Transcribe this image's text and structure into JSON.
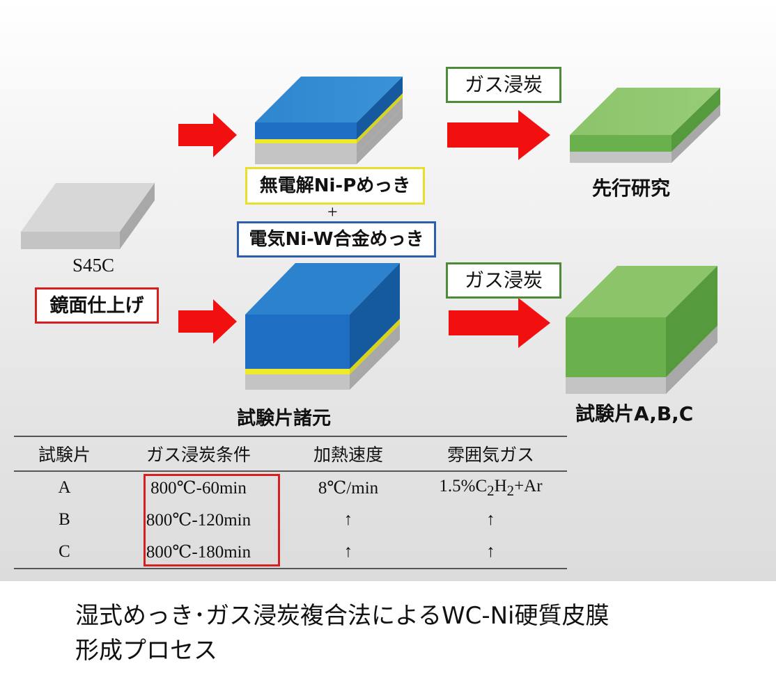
{
  "labels": {
    "s45c": "S45C",
    "mirror_finish": "鏡面仕上げ",
    "electroless": "無電解Ni-Pめっき",
    "plus": "+",
    "ni_w_plating": "電気Ni-W合金めっき",
    "gas_carburizing_top": "ガス浸炭",
    "gas_carburizing_bottom": "ガス浸炭",
    "prior_research": "先行研究",
    "specimen_spec": "試験片諸元",
    "specimen_abc": "試験片A,B,C"
  },
  "table": {
    "headers": [
      "試験片",
      "ガス浸炭条件",
      "加熱速度",
      "雰囲気ガス"
    ],
    "rows": [
      {
        "specimen": "A",
        "condition": "800℃-60min",
        "rate": "8℃/min",
        "atm_prefix": "1.5%C",
        "atm_sub1": "2",
        "atm_mid": "H",
        "atm_sub2": "2",
        "atm_suffix": "+Ar"
      },
      {
        "specimen": "B",
        "condition": "800℃-120min",
        "rate": "↑",
        "atm": "↑"
      },
      {
        "specimen": "C",
        "condition": "800℃-180min",
        "rate": "↑",
        "atm": "↑"
      }
    ]
  },
  "caption": {
    "line1": "湿式めっき･ガス浸炭複合法によるWC-Ni硬質皮膜",
    "line2": "形成プロセス"
  },
  "colors": {
    "arrow": "#f20f0f",
    "substrate": "#c4c4c4",
    "ni_p_layer": "#f0ea2c",
    "ni_w_layer": "#1e6fc4",
    "carburized": "#6ab04c",
    "mirror_box": "#d62020",
    "electroless_box": "#e6e02a",
    "ni_w_box": "#2a5fb0",
    "gas_box": "#4d8a3a"
  }
}
